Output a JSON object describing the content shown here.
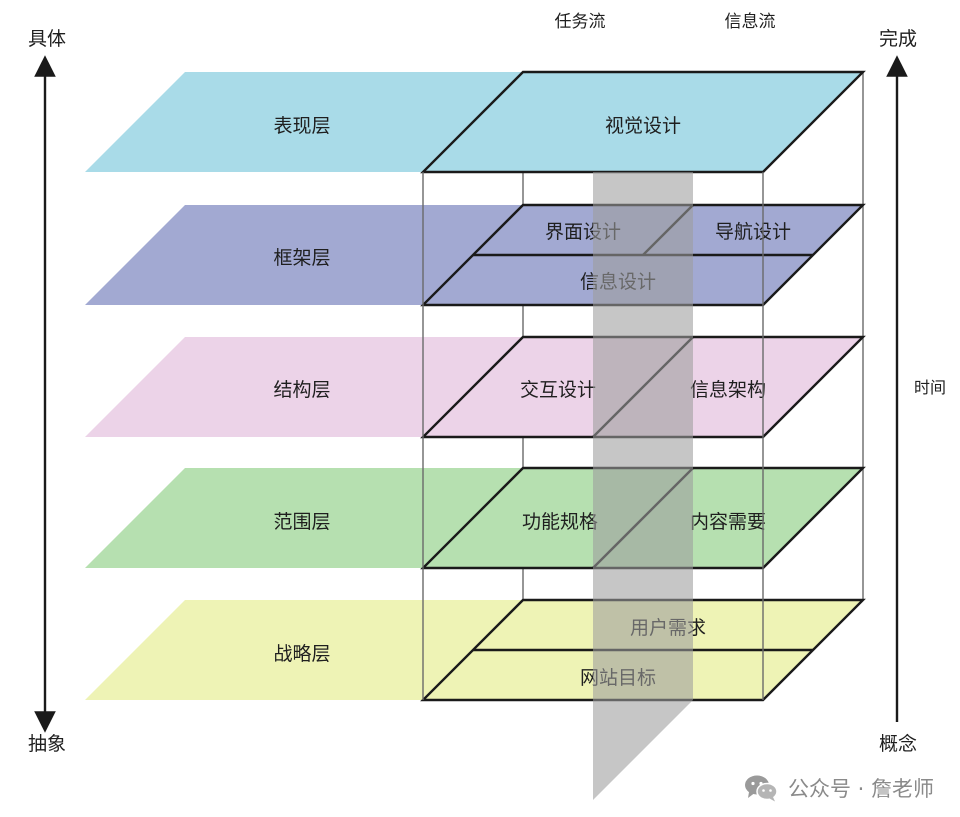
{
  "colors": {
    "surface": "#a9dbe8",
    "skeleton": "#a2a9d2",
    "structure": "#ecd3e8",
    "scope": "#b6e0b0",
    "strategy": "#eef3b5",
    "gray_plane": "#b3b3b3"
  },
  "axes": {
    "left_top": "具体",
    "left_bottom": "抽象",
    "right_top": "完成",
    "right_bottom": "概念",
    "right_middle": "时间"
  },
  "columns": {
    "task_flow": "任务流",
    "info_flow": "信息流"
  },
  "layers": [
    {
      "name": "表现层",
      "items": [
        "视觉设计"
      ]
    },
    {
      "name": "框架层",
      "items": [
        "界面设计",
        "导航设计",
        "信息设计"
      ]
    },
    {
      "name": "结构层",
      "items": [
        "交互设计",
        "信息架构"
      ]
    },
    {
      "name": "范围层",
      "items": [
        "功能规格",
        "内容需要"
      ]
    },
    {
      "name": "战略层",
      "items": [
        "用户需求",
        "网站目标"
      ]
    }
  ],
  "watermark": {
    "text": "公众号 · 詹老师",
    "icon": "wechat-icon"
  }
}
